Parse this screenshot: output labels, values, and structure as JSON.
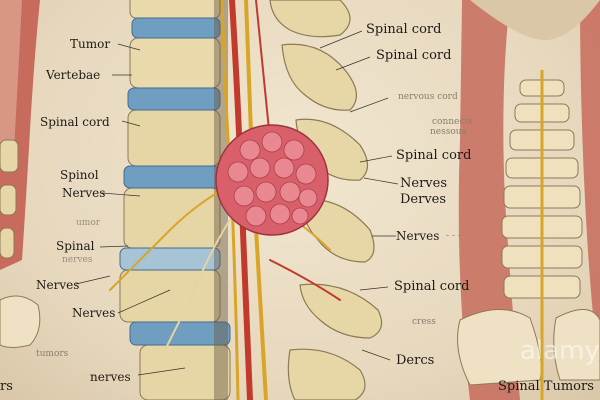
{
  "labels": {
    "tumor_top": "Tumor",
    "vertebae": "Vertebae",
    "spinal_cord_left": "Spinal cord",
    "spinol": "Spinol",
    "nerves_left_1": "Nerves",
    "umor_faint": "umor",
    "spinal_left": "Spinal",
    "nerves_faint_left": "nerves",
    "nerves_left_2": "Nerves",
    "nerves_left_3": "Nerves",
    "nerves_bottom": "nerves",
    "tumors_faint_left": "tumors",
    "spinal_cord_r1": "Spinal cord",
    "spinal_cord_r2": "Spinal cord",
    "nervous_cord_faint": "nervous cord",
    "connects_faint": "connects",
    "nessous_faint": "nessous",
    "spinal_cord_r3": "Spinal cord",
    "nerves_r1": "Nerves",
    "derves_r1": "Derves",
    "nerves_r2": "Nerves",
    "faint_marks": "- - -",
    "spinal_cord_r4": "Spinal cord",
    "cress_faint": "cress",
    "dercs": "Dercs",
    "spinal_tumors_bottom": "Spinal Tumors",
    "rs_left": "rs"
  },
  "watermark": "alamy",
  "colors": {
    "background": "#e9dcc4",
    "bone": "#e6d6a8",
    "disc": "#6f9ec1",
    "tumor": "#d9606b",
    "nerve_red": "#c23a2e",
    "nerve_yellow": "#d9a528",
    "muscle": "#c76b5c"
  }
}
